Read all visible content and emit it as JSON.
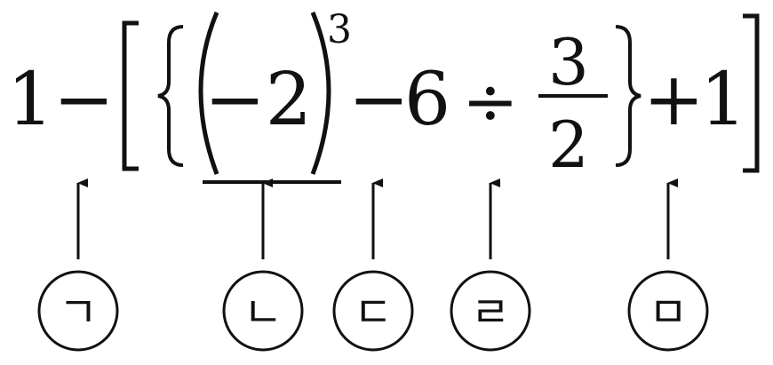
{
  "expression": {
    "one": "1",
    "minus": "−",
    "neg_two": "−2",
    "exponent": "3",
    "minus2": "−",
    "six": "6",
    "divide": "÷",
    "numerator": "3",
    "denominator": "2",
    "plus": "+",
    "one2": "1"
  },
  "markers": [
    {
      "label": "ㄱ"
    },
    {
      "label": "ㄴ"
    },
    {
      "label": "ㄷ"
    },
    {
      "label": "ㄹ"
    },
    {
      "label": "ㅁ"
    }
  ]
}
